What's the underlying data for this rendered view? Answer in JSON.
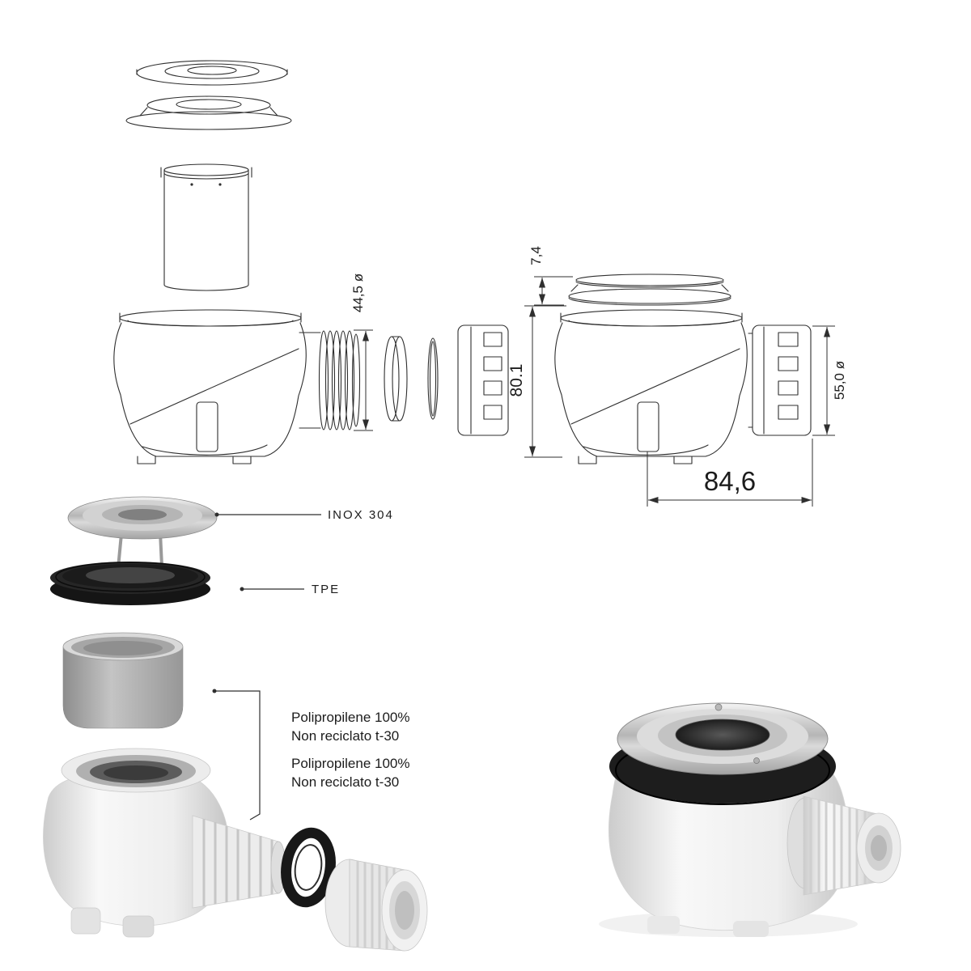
{
  "colors": {
    "line": "#2f2f2f",
    "metal": "#c7c7c7",
    "rubber_black": "#1c1c1c",
    "plastic_white": "#f2f2f2",
    "plastic_gray": "#a9a9a9"
  },
  "dimensions": {
    "thread_diameter": "44,5 ø",
    "cover_height": "7,4",
    "body_height": "80.1",
    "nut_diameter": "55,0 ø",
    "horizontal_span": "84,6"
  },
  "materials": {
    "cover": "INOX 304",
    "gasket": "TPE",
    "cylinder_line1": "Polipropilene 100%",
    "cylinder_line2": "Non reciclato t-30",
    "body_line1": "Polipropilene 100%",
    "body_line2": "Non reciclato t-30"
  }
}
